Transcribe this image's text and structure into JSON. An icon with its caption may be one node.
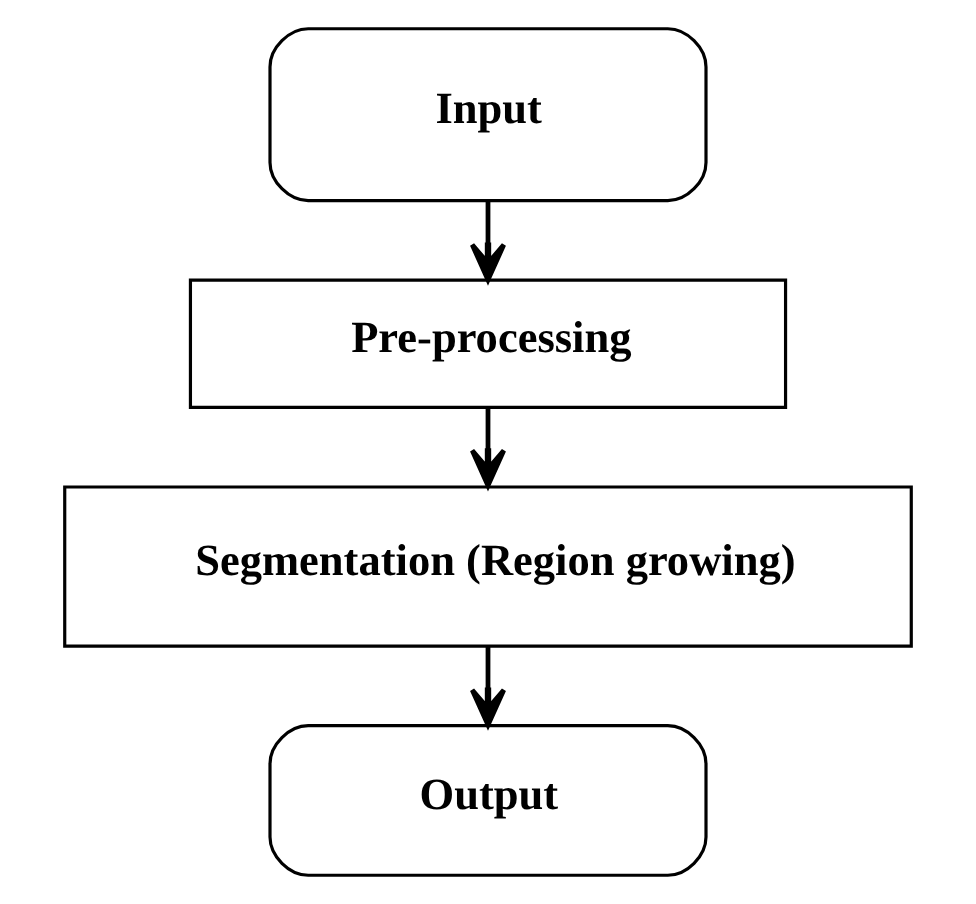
{
  "diagram": {
    "nodes": [
      {
        "text": [
          "Input"
        ]
      },
      {
        "text": [
          "Pre-processing"
        ]
      },
      {
        "text": [
          "Segmentation (Region growing)"
        ]
      },
      {
        "text": [
          "Output"
        ]
      }
    ],
    "edges": [
      {
        "from": 0,
        "to": 1,
        "arrow": "to"
      },
      {
        "from": 1,
        "to": 2,
        "arrow": "to"
      },
      {
        "from": 2,
        "to": 3,
        "arrow": "to"
      }
    ]
  }
}
